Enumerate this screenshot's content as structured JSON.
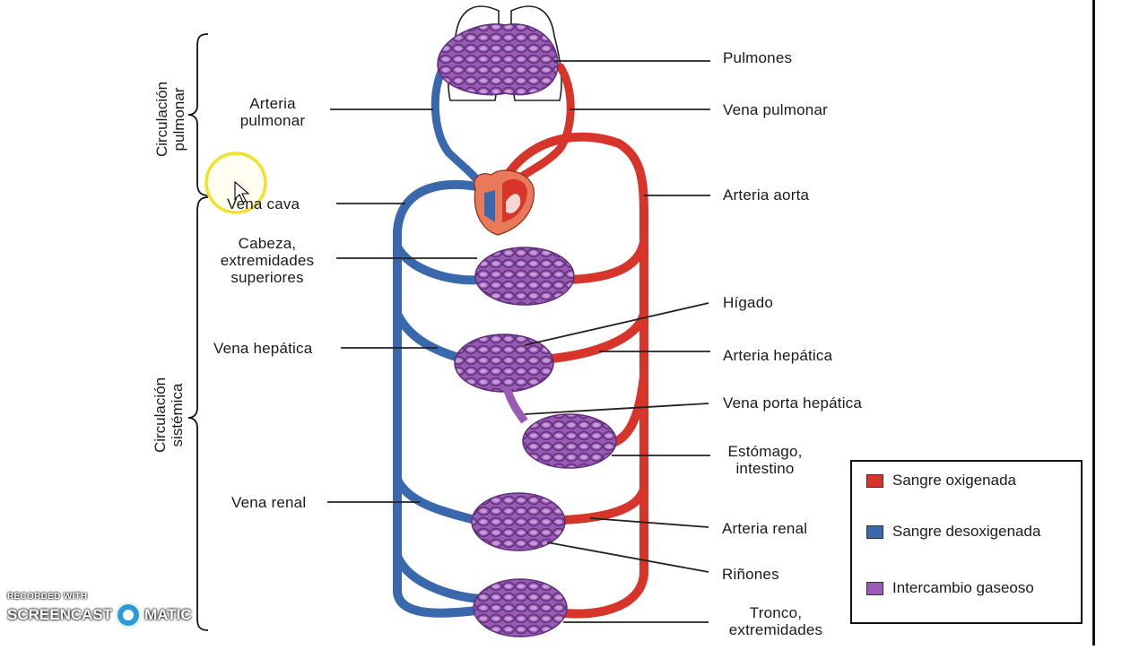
{
  "labels": {
    "pulmones": "Pulmones",
    "vena_pulmonar": "Vena pulmonar",
    "arteria_aorta": "Arteria aorta",
    "higado": "Hígado",
    "arteria_hepatica": "Arteria hepática",
    "vena_porta_hepatica": "Vena porta hepática",
    "estomago_intestino": "Estómago,\nintestino",
    "arteria_renal": "Arteria renal",
    "rinones": "Riñones",
    "tronco_extremidades": "Tronco,\nextremidades",
    "arteria_pulmonar": "Arteria\npulmonar",
    "vena_cava": "Vena cava",
    "cabeza": "Cabeza,\nextremidades\nsuperiores",
    "vena_hepatica": "Vena hepática",
    "vena_renal": "Vena renal"
  },
  "groups": {
    "pulmonar": "Circulación\npulmonar",
    "sistemica": "Circulación\nsistémica"
  },
  "legend": [
    {
      "label": "Sangre oxigenada",
      "color": "#d8352a"
    },
    {
      "label": "Sangre desoxigenada",
      "color": "#3a68ad"
    },
    {
      "label": "Intercambio gaseoso",
      "color": "#9a5bb5"
    }
  ],
  "colors": {
    "oxygenated": "#d8352a",
    "deoxygenated": "#3a68ad",
    "exchange": "#9a5bb5",
    "heart": "#e87a5a",
    "cursor_highlight": "#f2e12b"
  },
  "watermark": {
    "recorded_with": "RECORDED WITH",
    "brand_left": "SCREENCAST",
    "brand_right": "MATIC"
  }
}
